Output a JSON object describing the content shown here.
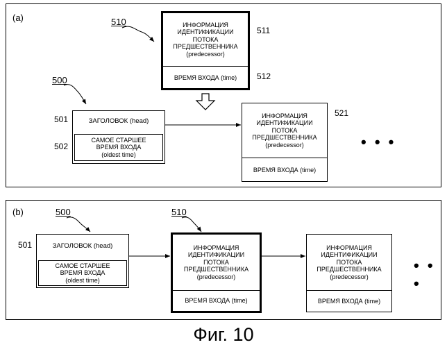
{
  "panel_a": {
    "label": "(a)",
    "ref_510": "510",
    "ref_500": "500",
    "pred_box": {
      "info": "ИНФОРМАЦИЯ\nИДЕНТИФИКАЦИИ\nПОТОКА\nПРЕДШЕСТВЕННИКА\n(predecessor)",
      "time": "ВРЕМЯ ВХОДА (time)",
      "num_info": "511",
      "num_time": "512"
    },
    "head_box": {
      "head": "ЗАГОЛОВОК (head)",
      "oldest": "САМОЕ СТАРШЕЕ\nВРЕМЯ ВХОДА\n(oldest time)",
      "num_head": "501",
      "num_oldest": "502"
    },
    "next_box": {
      "info": "ИНФОРМАЦИЯ\nИДЕНТИФИКАЦИИ\nПОТОКА\nПРЕДШЕСТВЕННИКА\n(predecessor)",
      "time": "ВРЕМЯ ВХОДА (time)",
      "num": "521"
    },
    "ellipsis": "• • •"
  },
  "panel_b": {
    "label": "(b)",
    "ref_500": "500",
    "ref_510": "510",
    "head_box": {
      "head": "ЗАГОЛОВОК (head)",
      "oldest": "САМОЕ СТАРШЕЕ\nВРЕМЯ ВХОДА\n(oldest time)",
      "num_head": "501"
    },
    "pred_box": {
      "info": "ИНФОРМАЦИЯ\nИДЕНТИФИКАЦИИ\nПОТОКА\nПРЕДШЕСТВЕННИКА\n(predecessor)",
      "time": "ВРЕМЯ ВХОДА (time)"
    },
    "next_box": {
      "info": "ИНФОРМАЦИЯ\nИДЕНТИФИКАЦИИ\nПОТОКА\nПРЕДШЕСТВЕННИКА\n(predecessor)",
      "time": "ВРЕМЯ ВХОДА (time)"
    },
    "ellipsis": "• • •"
  },
  "figure_caption": "Фиг. 10"
}
